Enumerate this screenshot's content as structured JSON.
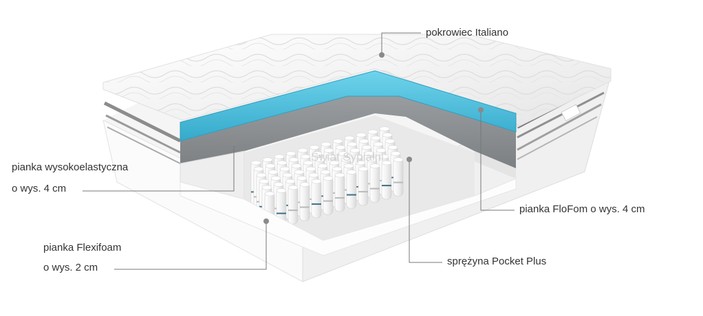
{
  "labels": {
    "cover": "pokrowiec Italiano",
    "highres_line1": "pianka wysokoelastyczna",
    "highres_line2": "o wys. 4 cm",
    "flofom": "pianka FloFom o wys. 4 cm",
    "flexifoam_line1": "pianka Flexifoam",
    "flexifoam_line2": "o wys. 2 cm",
    "spring": "sprężyna Pocket Plus"
  },
  "watermark": "Świat Sypialni",
  "colors": {
    "blue_foam": "#4fc3e0",
    "grey_foam": "#8f9396",
    "cover": "#f2f2f2",
    "leader_line": "#777777",
    "label_text": "#333333"
  }
}
